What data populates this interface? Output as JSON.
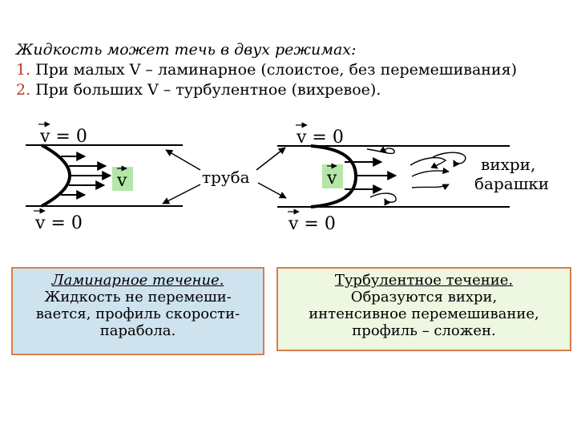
{
  "intro": {
    "line1": "Жидкость может течь в двух режимах:",
    "item1_num": "1.",
    "item1_text": "При малых V – ламинарное (слоистое, без перемешивания)",
    "item2_num": "2.",
    "item2_text": "При больших V – турбулентное (вихревое)."
  },
  "diagram": {
    "v_eq_zero": "v = 0",
    "v_label": "v",
    "pipe_label": "труба",
    "vortex_label_line1": "вихри,",
    "vortex_label_line2": "барашки",
    "v_box_color": "#b4e6a8"
  },
  "laminar_box": {
    "title": "Ламинарное течение.",
    "lines": [
      "Жидкость не перемеши-",
      "вается, профиль скорости-",
      "парабола."
    ],
    "bg": "#cfe3ef",
    "border": "#d6804a"
  },
  "turbulent_box": {
    "title": "Турбулентное течение.",
    "lines": [
      "Образуются вихри,",
      "интенсивное перемешивание,",
      "профиль – сложен."
    ],
    "bg": "#eef7e1",
    "border": "#d6804a"
  }
}
